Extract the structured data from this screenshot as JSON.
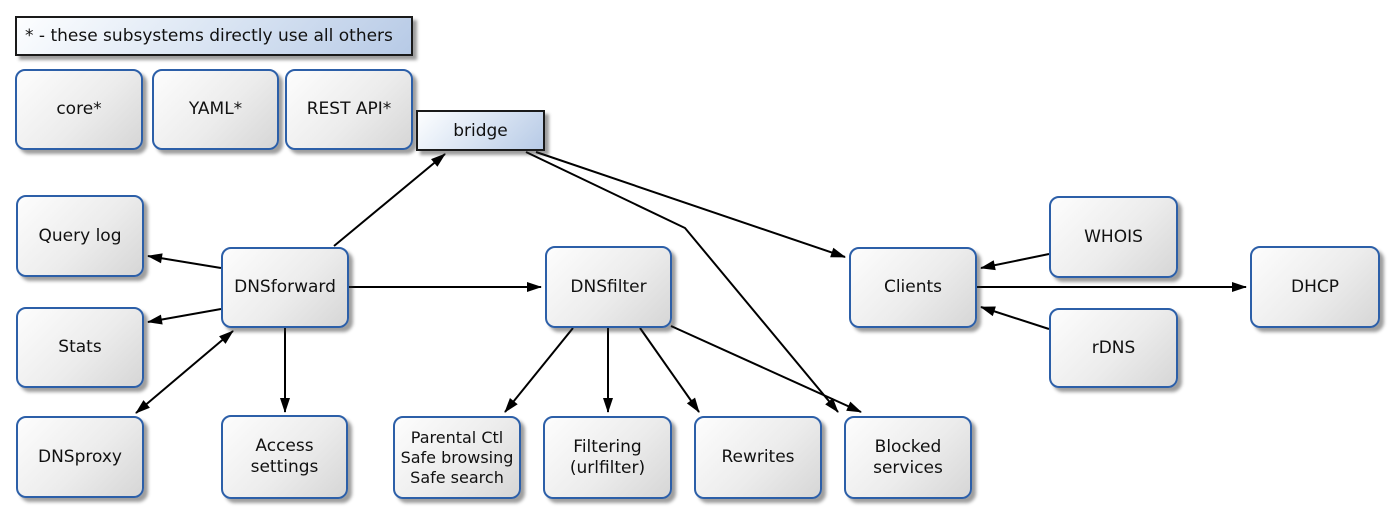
{
  "diagram": {
    "legend": "* - these subsystems directly use all others",
    "nodes": {
      "core": {
        "label": "core*"
      },
      "yaml": {
        "label": "YAML*"
      },
      "restapi": {
        "label": "REST API*"
      },
      "bridge": {
        "label": "bridge"
      },
      "querylog": {
        "label": "Query log"
      },
      "stats": {
        "label": "Stats"
      },
      "dnsproxy": {
        "label": "DNSproxy"
      },
      "dnsforward": {
        "label": "DNSforward"
      },
      "access": {
        "label": "Access\nsettings"
      },
      "dnsfilter": {
        "label": "DNSfilter"
      },
      "parental": {
        "label": "Parental Ctl\nSafe browsing\nSafe search"
      },
      "filtering": {
        "label": "Filtering\n(urlfilter)"
      },
      "rewrites": {
        "label": "Rewrites"
      },
      "blocked": {
        "label": "Blocked\nservices"
      },
      "clients": {
        "label": "Clients"
      },
      "whois": {
        "label": "WHOIS"
      },
      "rdns": {
        "label": "rDNS"
      },
      "dhcp": {
        "label": "DHCP"
      }
    },
    "edges": [
      {
        "from": "DNSforward",
        "to": "bridge",
        "bidirectional": false
      },
      {
        "from": "bridge",
        "to": "Clients",
        "bidirectional": false
      },
      {
        "from": "bridge",
        "to": "Blocked services",
        "bidirectional": false
      },
      {
        "from": "DNSforward",
        "to": "Query log",
        "bidirectional": false
      },
      {
        "from": "DNSforward",
        "to": "Stats",
        "bidirectional": false
      },
      {
        "from": "DNSforward",
        "to": "DNSproxy",
        "bidirectional": true
      },
      {
        "from": "DNSforward",
        "to": "Access settings",
        "bidirectional": false
      },
      {
        "from": "DNSforward",
        "to": "DNSfilter",
        "bidirectional": false
      },
      {
        "from": "DNSfilter",
        "to": "Parental Ctl / Safe browsing / Safe search",
        "bidirectional": false
      },
      {
        "from": "DNSfilter",
        "to": "Filtering (urlfilter)",
        "bidirectional": false
      },
      {
        "from": "DNSfilter",
        "to": "Rewrites",
        "bidirectional": false
      },
      {
        "from": "DNSfilter",
        "to": "Blocked services",
        "bidirectional": false
      },
      {
        "from": "WHOIS",
        "to": "Clients",
        "bidirectional": false
      },
      {
        "from": "rDNS",
        "to": "Clients",
        "bidirectional": false
      },
      {
        "from": "Clients",
        "to": "DHCP",
        "bidirectional": false
      }
    ],
    "colors": {
      "node_border": "#2c5fa8",
      "node_fill_light": "#fdfdfd",
      "node_fill_dark": "#d6d6d6",
      "banner_border": "#1a1a1a",
      "banner_fill_light": "#fdfeff",
      "banner_fill_dark": "#b7cae6",
      "arrow": "#000000",
      "background": "#ffffff"
    }
  }
}
